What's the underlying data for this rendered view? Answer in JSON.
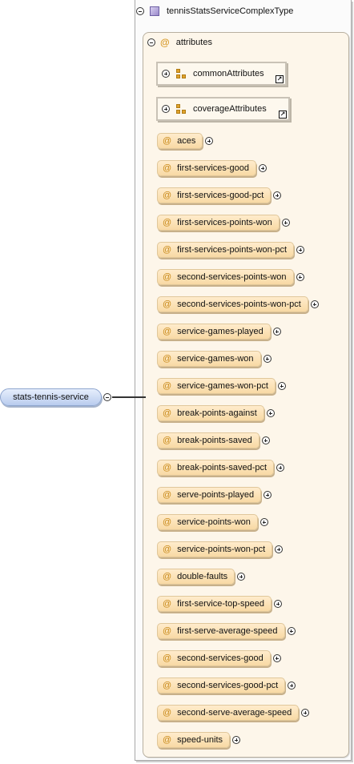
{
  "complex_type": {
    "name": "tennisStatsServiceComplexType"
  },
  "attributes_group": {
    "title": "attributes",
    "at_symbol": "@"
  },
  "group_refs": [
    {
      "name": "commonAttributes",
      "link": "↗"
    },
    {
      "name": "coverageAttributes",
      "link": "↗"
    }
  ],
  "attributes": [
    "aces",
    "first-services-good",
    "first-services-good-pct",
    "first-services-points-won",
    "first-services-points-won-pct",
    "second-services-points-won",
    "second-services-points-won-pct",
    "service-games-played",
    "service-games-won",
    "service-games-won-pct",
    "break-points-against",
    "break-points-saved",
    "break-points-saved-pct",
    "serve-points-played",
    "service-points-won",
    "service-points-won-pct",
    "double-faults",
    "first-service-top-speed",
    "first-serve-average-speed",
    "second-services-good",
    "second-services-good-pct",
    "second-serve-average-speed",
    "speed-units"
  ],
  "root_element": {
    "name": "stats-tennis-service"
  },
  "colors": {
    "attribute_fill": "#f8d9a4",
    "attribute_symbol": "#c98a1a",
    "root_fill": "#b9ccee",
    "type_icon": "#9a8acb"
  }
}
